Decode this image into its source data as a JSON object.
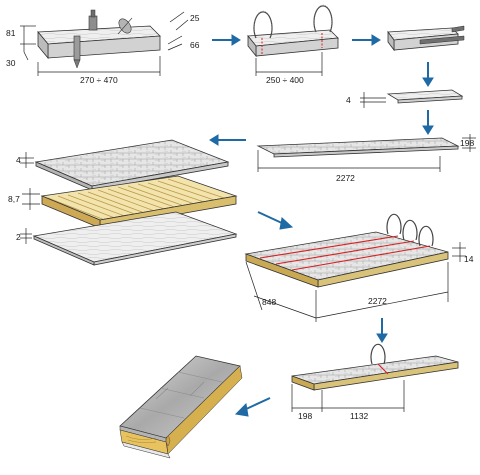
{
  "colors": {
    "arrow": "#1f6aa5",
    "cut_line": "#d52020",
    "wood_top": "#e8e8e8",
    "wood_side": "#cfcfcf",
    "core_wood": "#f1dfa3",
    "core_wood_side": "#d9be6e"
  },
  "labels": {
    "step1_height": "81",
    "step1_depth_left": "30",
    "step1_width": "270 ÷ 470",
    "step1_top": "25",
    "step1_side": "66",
    "step2_length": "250 ÷ 400",
    "step4_thickness": "4",
    "step5_width": "198",
    "step5_length": "2272",
    "layer_top": "4",
    "layer_core": "8,7",
    "layer_bottom": "2",
    "panel_thickness": "14",
    "panel_width": "848",
    "panel_length": "2272",
    "strip_width": "198",
    "strip_length": "1132"
  }
}
